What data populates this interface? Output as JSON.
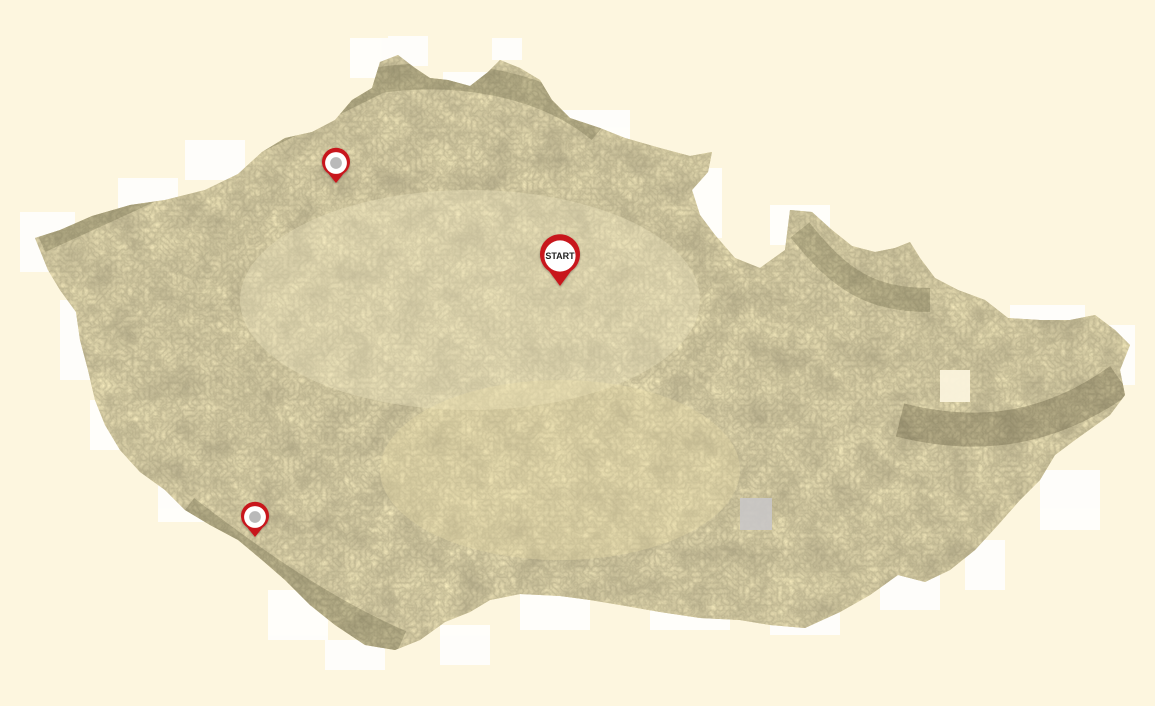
{
  "colors": {
    "background": "#fdf6df",
    "paper_tiles": "#ffffff",
    "terrain_base": "#dccb95",
    "terrain_dark": "#6f6845",
    "terrain_light": "#efe4bd",
    "marker_red": "#c8161d",
    "marker_inner": "#ffffff",
    "marker_dot": "#b9b9b9"
  },
  "markers": [
    {
      "id": "start",
      "label": "START",
      "icon": "map-pin-start-icon"
    },
    {
      "id": "north-west",
      "label": "",
      "icon": "map-pin-icon"
    },
    {
      "id": "south-west",
      "label": "",
      "icon": "map-pin-icon"
    }
  ]
}
